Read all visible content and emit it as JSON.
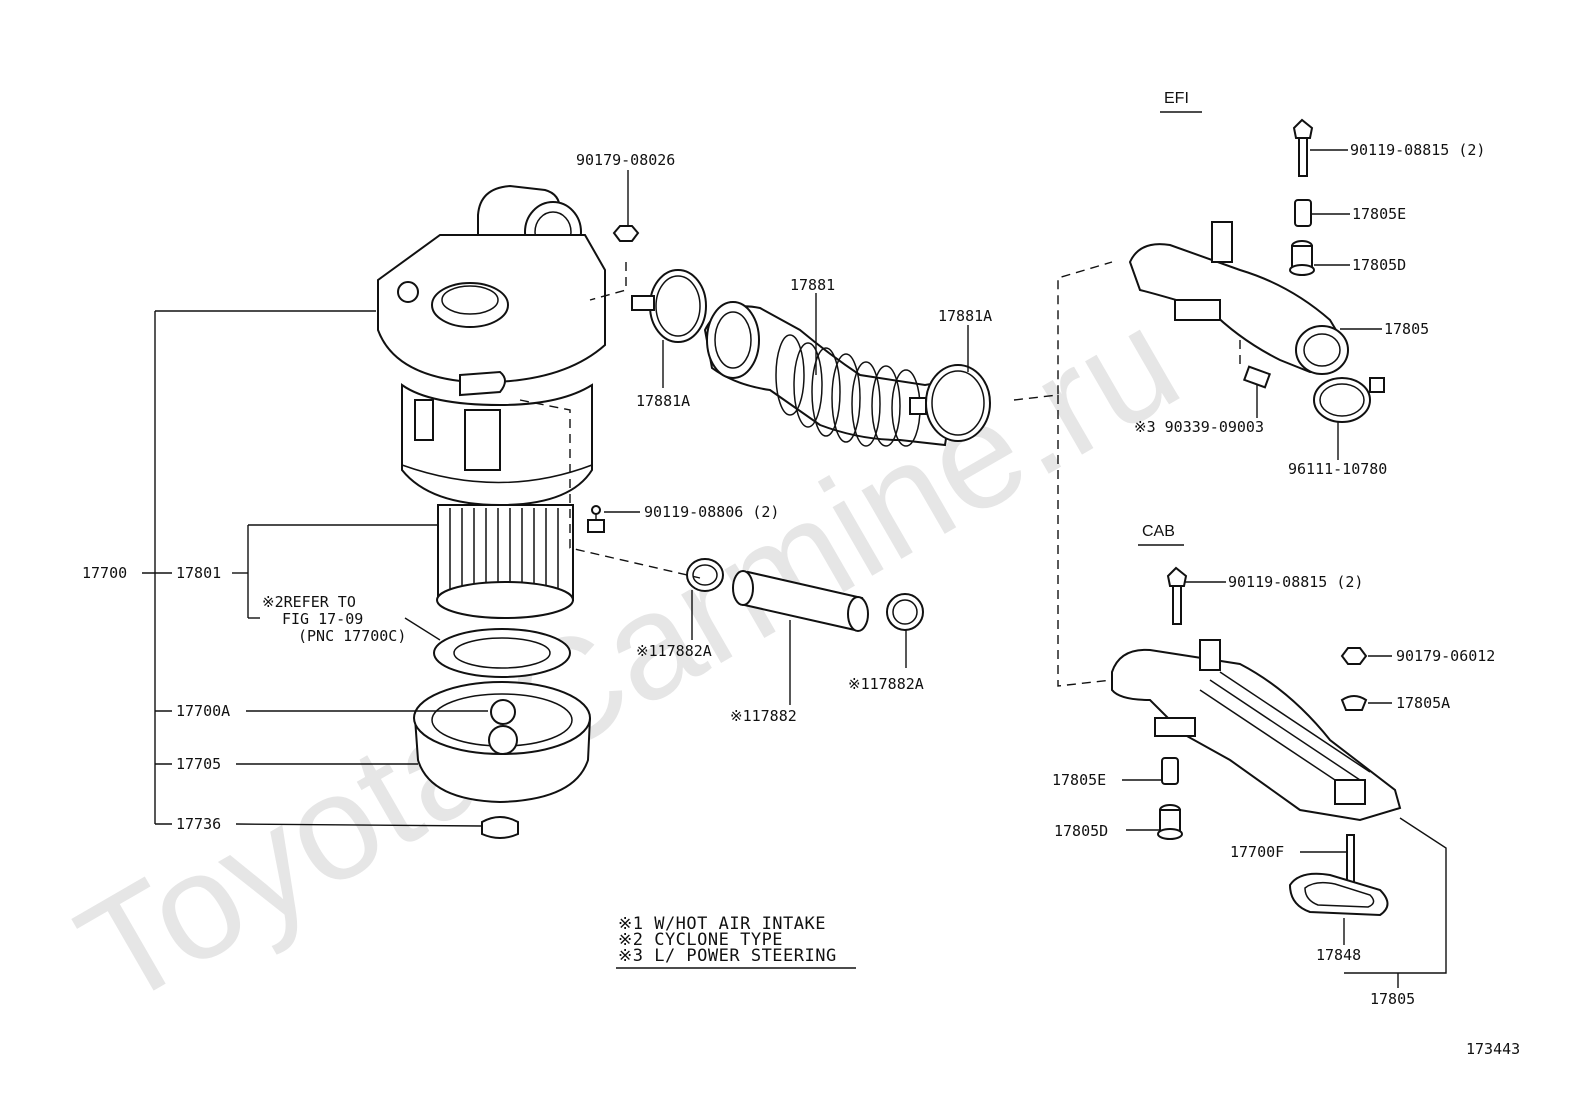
{
  "watermark": "Toyota-Carmine.ru",
  "diagram_id": "173443",
  "headers": {
    "efi": "EFI",
    "cab": "CAB"
  },
  "labels": {
    "p90179_08026": "90179-08026",
    "p17881": "17881",
    "p17881A_top": "17881A",
    "p17881A_left": "17881A",
    "p90119_08806": "90119-08806 (2)",
    "p17700": "17700",
    "p17801": "17801",
    "refer_1": "※2REFER TO",
    "refer_2": "FIG 17-09",
    "refer_3": "(PNC 17700C)",
    "p17882A_left": "※117882A",
    "p17882A_right": "※117882A",
    "p17882": "※117882",
    "p17700A": "17700A",
    "p17705": "17705",
    "p17736": "17736",
    "efi_90119_08815": "90119-08815 (2)",
    "efi_17805E": "17805E",
    "efi_17805D": "17805D",
    "efi_17805": "17805",
    "efi_90339_09003": "※3  90339-09003",
    "efi_96111_10780": "96111-10780",
    "cab_90119_08815": "90119-08815 (2)",
    "cab_90179_06012": "90179-06012",
    "cab_17805A": "17805A",
    "cab_17805E": "17805E",
    "cab_17805D": "17805D",
    "cab_17700F": "17700F",
    "cab_17848": "17848",
    "cab_17805": "17805"
  },
  "notes": [
    "※1 W/HOT AIR INTAKE",
    "※2 CYCLONE TYPE",
    "※3 L/ POWER STEERING"
  ]
}
